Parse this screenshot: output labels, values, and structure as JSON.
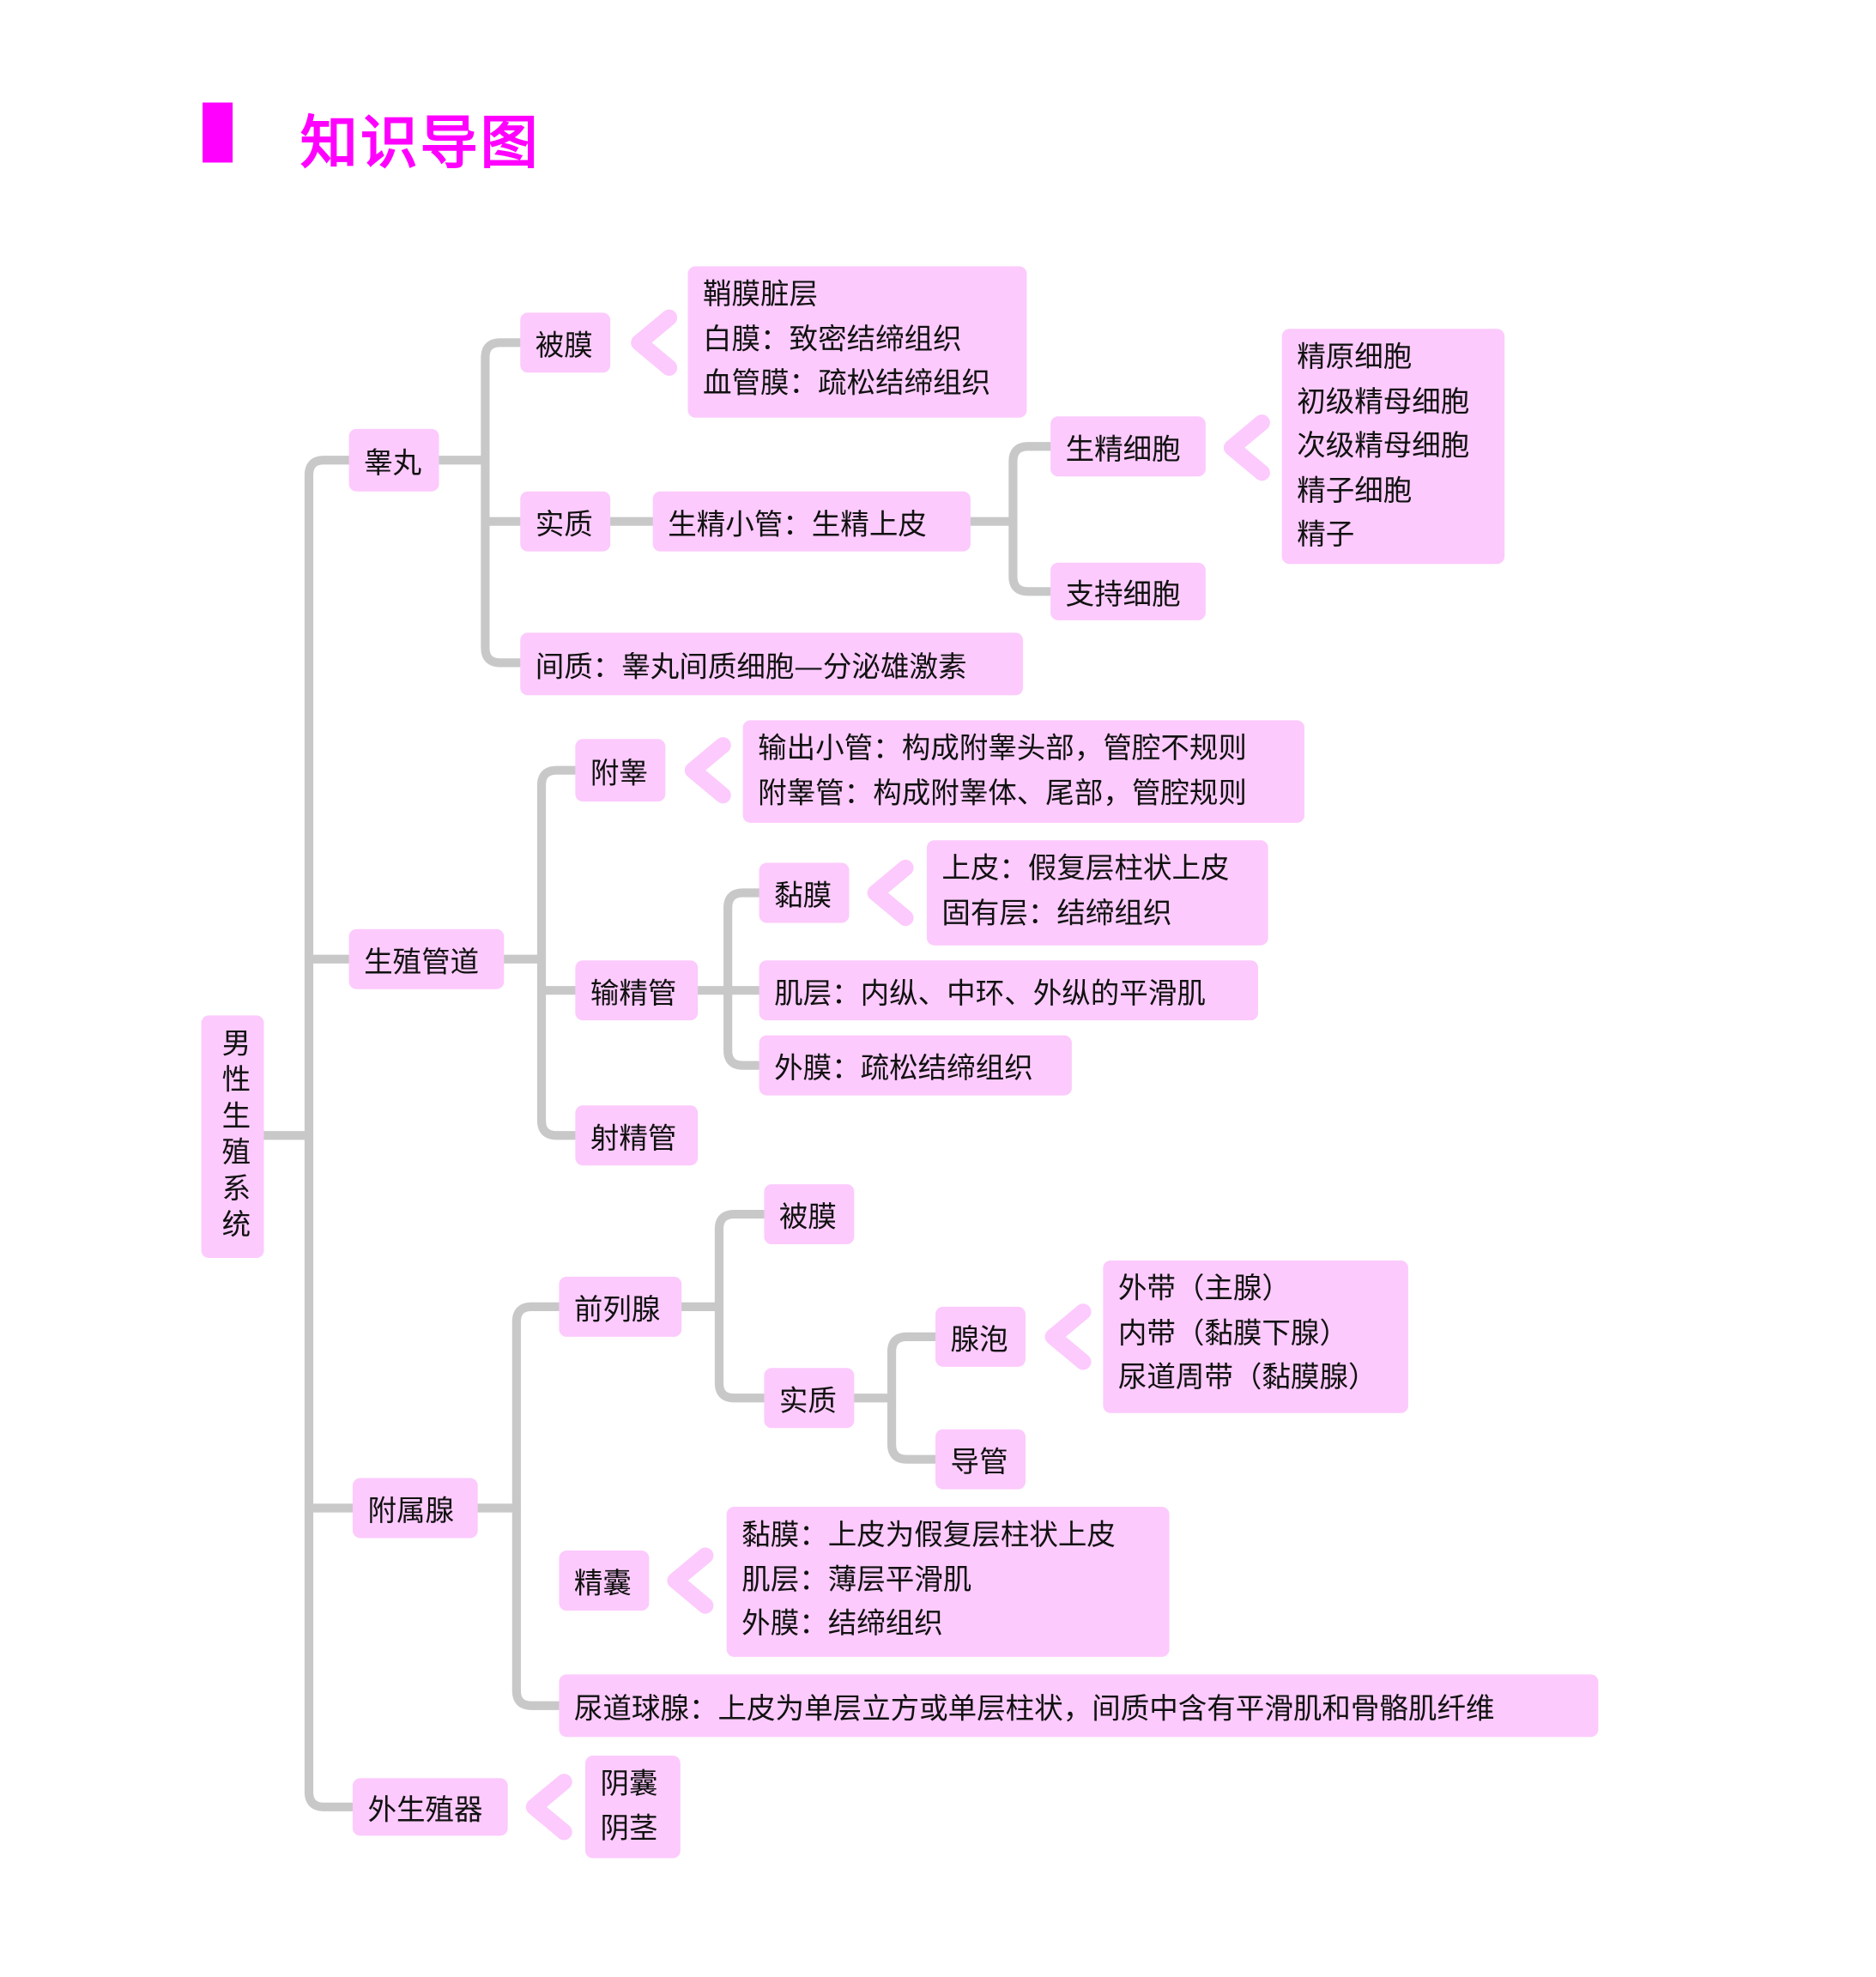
{
  "header": {
    "title": "知识导图",
    "accent_color": "#ff00ff"
  },
  "colors": {
    "node_fill": "#fccafc",
    "connector": "#c8c8c8"
  },
  "root": "男性生殖系统",
  "testis": {
    "label": "睾丸",
    "tunica": {
      "label": "被膜",
      "details": [
        "鞘膜脏层",
        "白膜：致密结缔组织",
        "血管膜：疏松结缔组织"
      ]
    },
    "parenchyma": {
      "label": "实质",
      "tubule": "生精小管：生精上皮",
      "spermatogenic": {
        "label": "生精细胞",
        "details": [
          "精原细胞",
          "初级精母细胞",
          "次级精母细胞",
          "精子细胞",
          "精子"
        ]
      },
      "sertoli": "支持细胞"
    },
    "interstitium": "间质：睾丸间质细胞—分泌雄激素"
  },
  "ducts": {
    "label": "生殖管道",
    "epididymis": {
      "label": "附睾",
      "details": [
        "输出小管：构成附睾头部，管腔不规则",
        "附睾管：构成附睾体、尾部，管腔规则"
      ]
    },
    "vas": {
      "label": "输精管",
      "mucosa": {
        "label": "黏膜",
        "details": [
          "上皮：假复层柱状上皮",
          "固有层：结缔组织"
        ]
      },
      "muscle": "肌层：内纵、中环、外纵的平滑肌",
      "adventitia": "外膜：疏松结缔组织"
    },
    "ejaculatory": "射精管"
  },
  "glands": {
    "label": "附属腺",
    "prostate": {
      "label": "前列腺",
      "capsule": "被膜",
      "parenchyma": {
        "label": "实质",
        "acini": {
          "label": "腺泡",
          "details": [
            "外带（主腺）",
            "内带（黏膜下腺）",
            "尿道周带（黏膜腺）"
          ]
        },
        "ducts": "导管"
      }
    },
    "seminal": {
      "label": "精囊",
      "details": [
        "黏膜：上皮为假复层柱状上皮",
        "肌层：薄层平滑肌",
        "外膜：结缔组织"
      ]
    },
    "bulbourethral": "尿道球腺：上皮为单层立方或单层柱状，间质中含有平滑肌和骨骼肌纤维"
  },
  "external": {
    "label": "外生殖器",
    "details": [
      "阴囊",
      "阴茎"
    ]
  }
}
